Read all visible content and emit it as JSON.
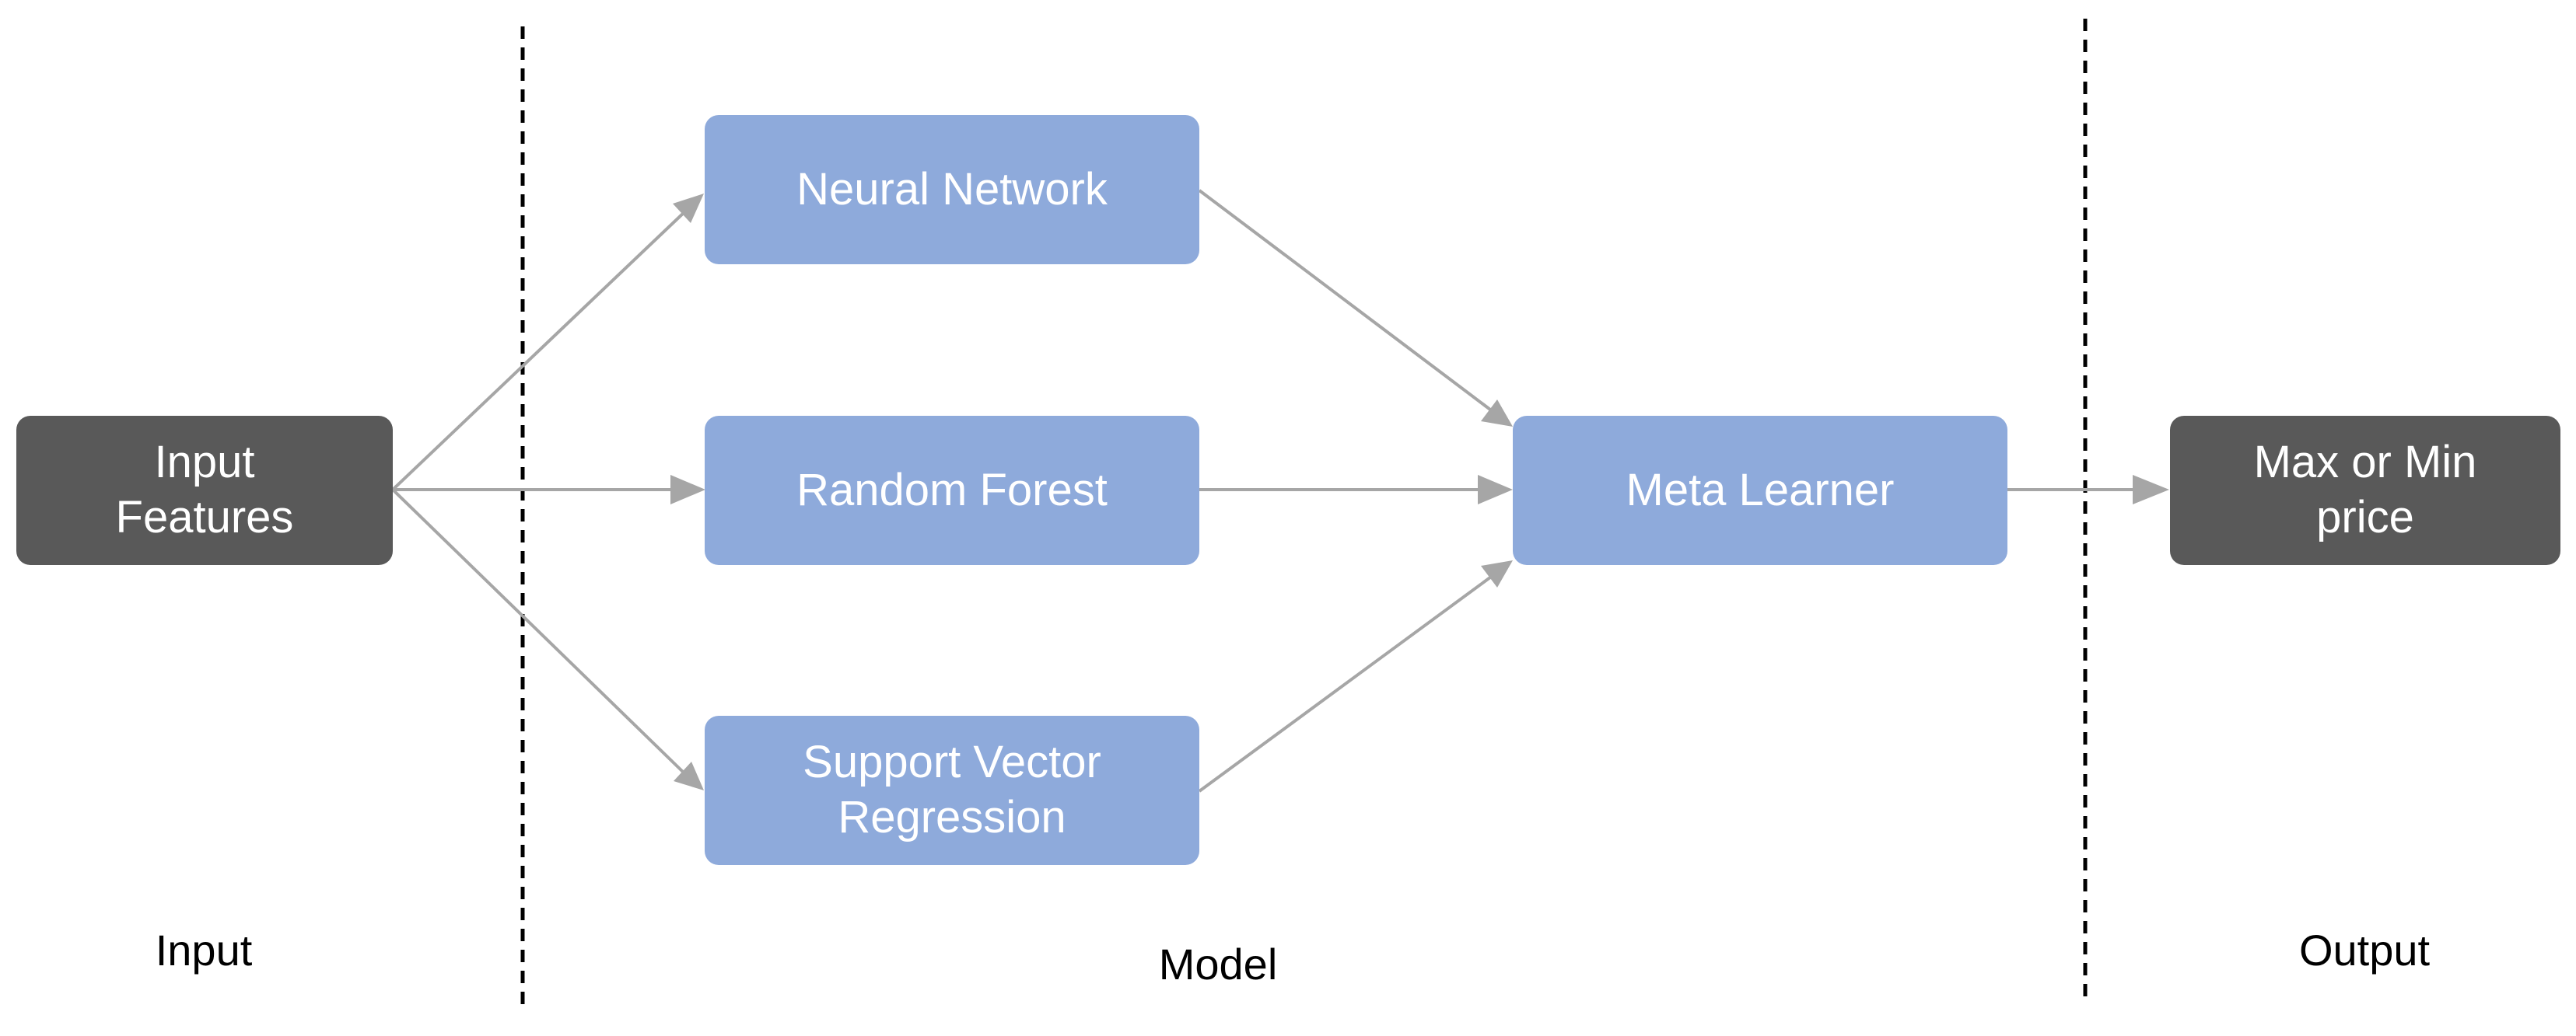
{
  "colors": {
    "dark_node": "#595959",
    "model_node": "#8eaadb",
    "node_text": "#ffffff",
    "arrow": "#a6a6a6",
    "divider": "#000000"
  },
  "nodes": {
    "input": "Input\nFeatures",
    "neural_network": "Neural Network",
    "random_forest": "Random Forest",
    "svr": "Support Vector\nRegression",
    "meta_learner": "Meta Learner",
    "output": "Max or Min\nprice"
  },
  "stages": {
    "input": "Input",
    "model": "Model",
    "output": "Output"
  },
  "edges": [
    {
      "from": "input",
      "to": "neural_network"
    },
    {
      "from": "input",
      "to": "random_forest"
    },
    {
      "from": "input",
      "to": "svr"
    },
    {
      "from": "neural_network",
      "to": "meta_learner"
    },
    {
      "from": "random_forest",
      "to": "meta_learner"
    },
    {
      "from": "svr",
      "to": "meta_learner"
    },
    {
      "from": "meta_learner",
      "to": "output"
    }
  ]
}
